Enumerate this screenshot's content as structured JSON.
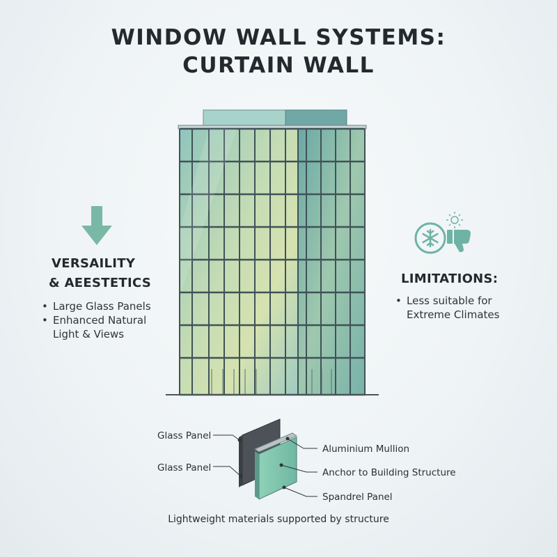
{
  "title": {
    "line1": "WINDOW WALL SYSTEMS:",
    "line2": "CURTAIN WALL"
  },
  "left_panel": {
    "icon": "down-arrow-icon",
    "heading_line1": "VERSAILITY",
    "heading_line2": "& AEESTETICS",
    "bullets": [
      "Large Glass Panels",
      "Enhanced Natural Light & Views"
    ]
  },
  "right_panel": {
    "icons": [
      "snowflake-icon",
      "sun-icon",
      "thumbs-down-icon"
    ],
    "heading": "LIMITATIONS:",
    "bullets": [
      "Less suitable for Extreme Climates"
    ]
  },
  "detail": {
    "callouts": {
      "glass_panel_1": "Glass Panel",
      "glass_panel_2": "Glass Panel",
      "mullion": "Aluminium Mullion",
      "anchor": "Anchor to Building Structure",
      "spandrel": "Spandrel Panel"
    },
    "caption": "Lightweight materials supported by structure"
  },
  "colors": {
    "accent_teal": "#6fb3a5",
    "glass_light": "#a9d4c9",
    "glass_dark": "#5e9e9c",
    "frame": "#3e4d52"
  }
}
